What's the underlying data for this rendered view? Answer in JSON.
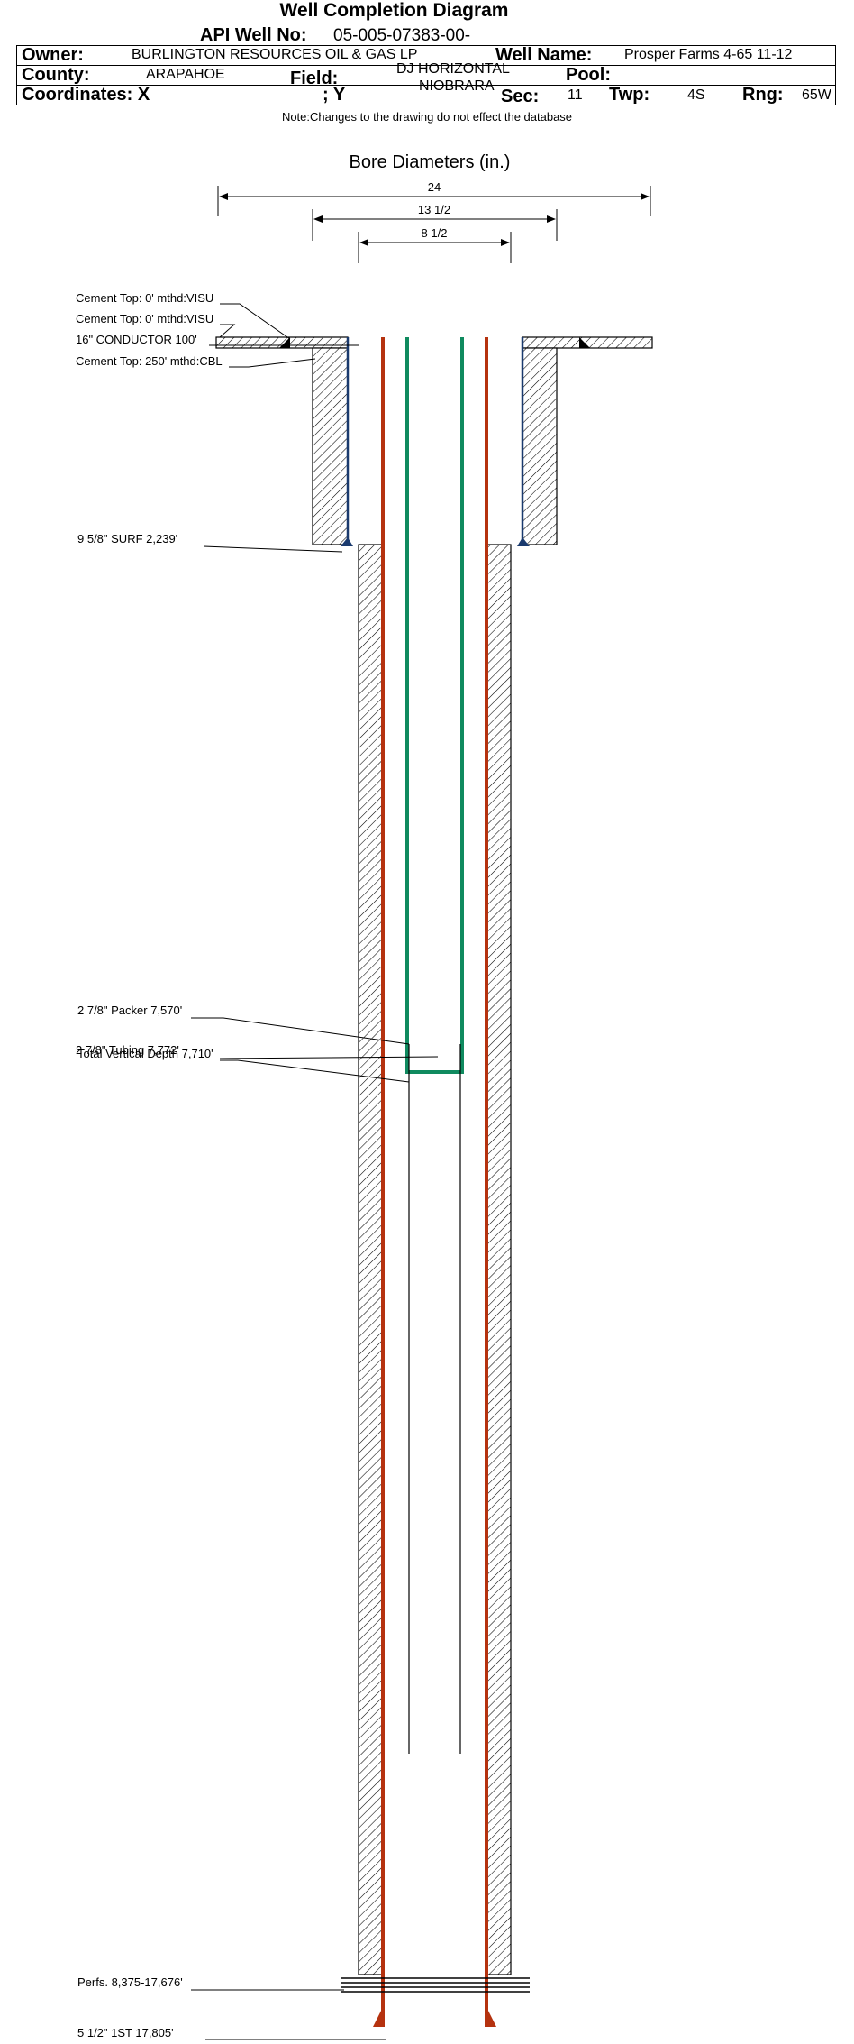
{
  "header": {
    "title": "Well Completion Diagram",
    "api_label": "API Well No:",
    "api_value": "05-005-07383-00-",
    "owner_label": "Owner:",
    "owner_value": "BURLINGTON RESOURCES OIL & GAS LP",
    "well_name_label": "Well Name:",
    "well_name_value": "Prosper Farms 4-65 11-12",
    "county_label": "County:",
    "county_value": "ARAPAHOE",
    "field_label": "Field:",
    "field_value_line1": "DJ HORIZONTAL",
    "field_value_line2": "NIOBRARA",
    "pool_label": "Pool:",
    "pool_value": "",
    "coord_label": "Coordinates: X",
    "coord_y_label": "; Y",
    "sec_label": "Sec:",
    "sec_value": "11",
    "twp_label": "Twp:",
    "twp_value": "4S",
    "rng_label": "Rng:",
    "rng_value": "65W"
  },
  "note": "Note:Changes to the drawing do not effect the database",
  "bore": {
    "title": "Bore Diameters (in.)",
    "diameters": [
      "24",
      "13 1/2",
      "8 1/2"
    ]
  },
  "annotations": {
    "cement_top_1": "Cement Top: 0' mthd:VISU",
    "cement_top_2": "Cement Top: 0' mthd:VISU",
    "conductor": "16\" CONDUCTOR  100'",
    "cement_top_3": "Cement Top: 250' mthd:CBL",
    "surface_casing": "9 5/8\" SURF       2,239'",
    "packer": "2 7/8\" Packer 7,570'",
    "tubing": "2 7/8\" Tubing 7,772'",
    "tvd": "Total Vertical Depth 7,710'",
    "perfs": "Perfs. 8,375-17,676'",
    "production_casing": "5 1/2\" 1ST       17,805'"
  },
  "colors": {
    "casing": "#b5320f",
    "tubing": "#0f8a5f",
    "inner_casing": "#1a3a6e",
    "hatch": "#000000"
  }
}
